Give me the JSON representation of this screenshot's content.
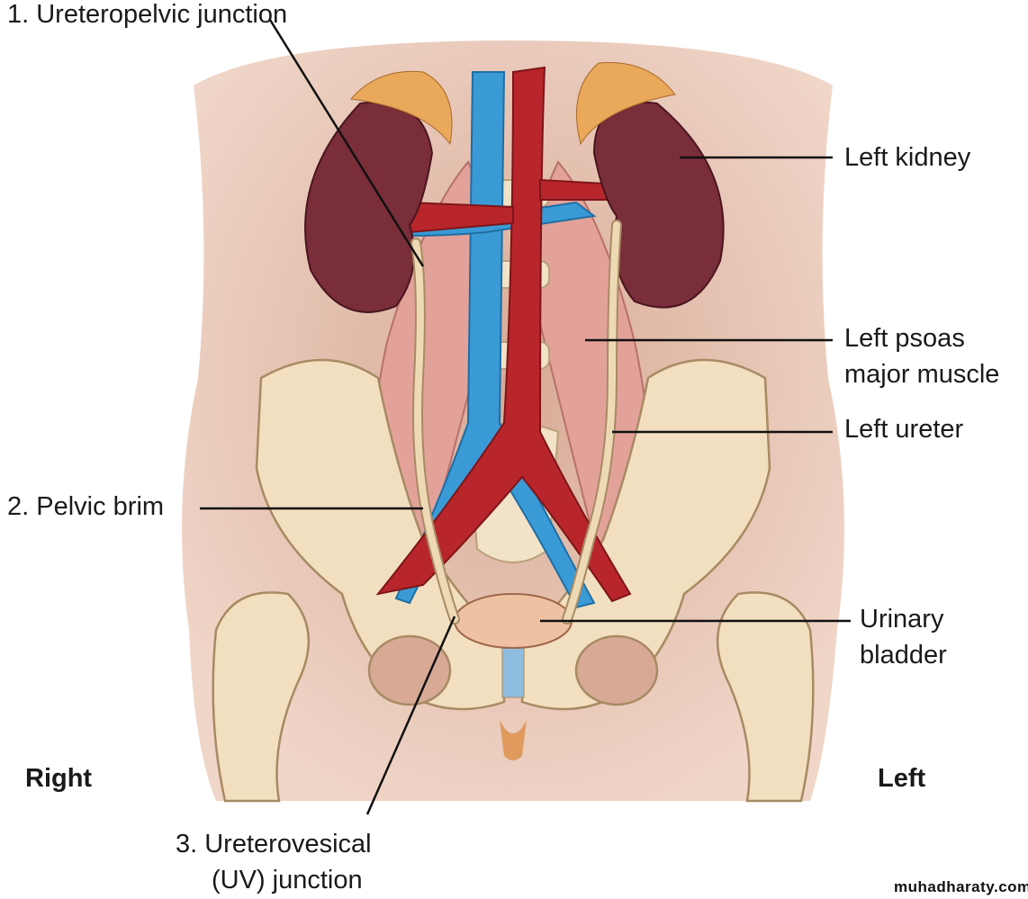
{
  "labels": {
    "ureteropelvic": "1. Ureteropelvic junction",
    "left_kidney": "Left kidney",
    "psoas_line1": "Left psoas",
    "psoas_line2": "major muscle",
    "left_ureter": "Left ureter",
    "pelvic_brim": "2. Pelvic brim",
    "bladder_line1": "Urinary",
    "bladder_line2": "bladder",
    "right": "Right",
    "left": "Left",
    "uv_line1": "3. Ureterovesical",
    "uv_line2": "(UV) junction"
  },
  "watermark": "muhadharaty.com",
  "colors": {
    "skin": "#e6c3b0",
    "kidney": "#7a2e3a",
    "artery": "#b8262b",
    "vein": "#3a9ad6",
    "bone": "#f2dfbf",
    "muscle": "#e2a29a",
    "ureter": "#eed9b5",
    "adrenal": "#e9a85a"
  }
}
